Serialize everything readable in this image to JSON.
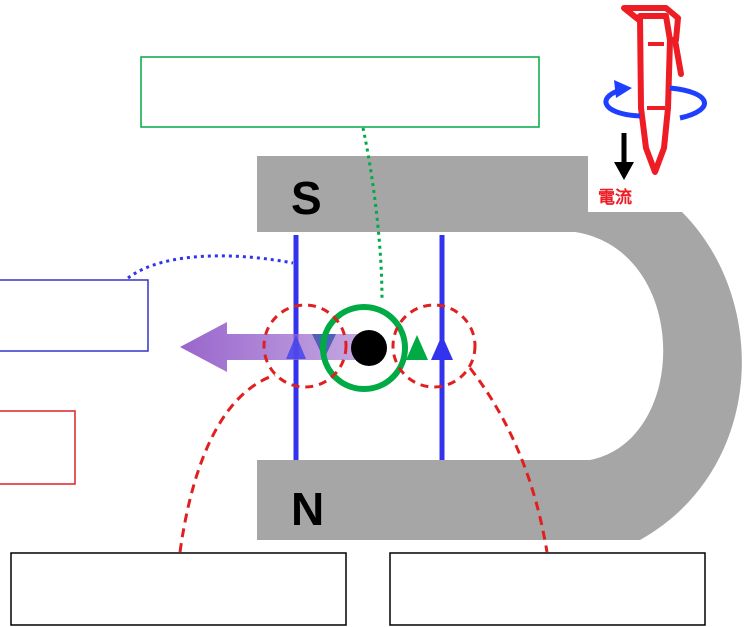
{
  "magnet": {
    "south_label": "S",
    "north_label": "N",
    "color": "#a6a6a6"
  },
  "screwdriver_legend": {
    "current_label": "電流",
    "rotation_arrow_color": "#1f3fff",
    "screwdriver_color": "#ee1c25",
    "current_arrow_color": "#000000"
  },
  "colors": {
    "field_line": "#3333ee",
    "wire_field": "#00aa44",
    "highlight_circle": "#e02020",
    "force_arrow": "#9966cc",
    "wire": "#000000"
  },
  "answer_boxes": {
    "top_box": "",
    "left_blue_box": "",
    "left_red_box": "",
    "bottom_left_box": "",
    "bottom_right_box": ""
  },
  "icons": {
    "screwdriver": "screwdriver-icon",
    "force_arrow": "force-arrow-icon",
    "current_out_symbol": "current-out-of-page-icon"
  }
}
